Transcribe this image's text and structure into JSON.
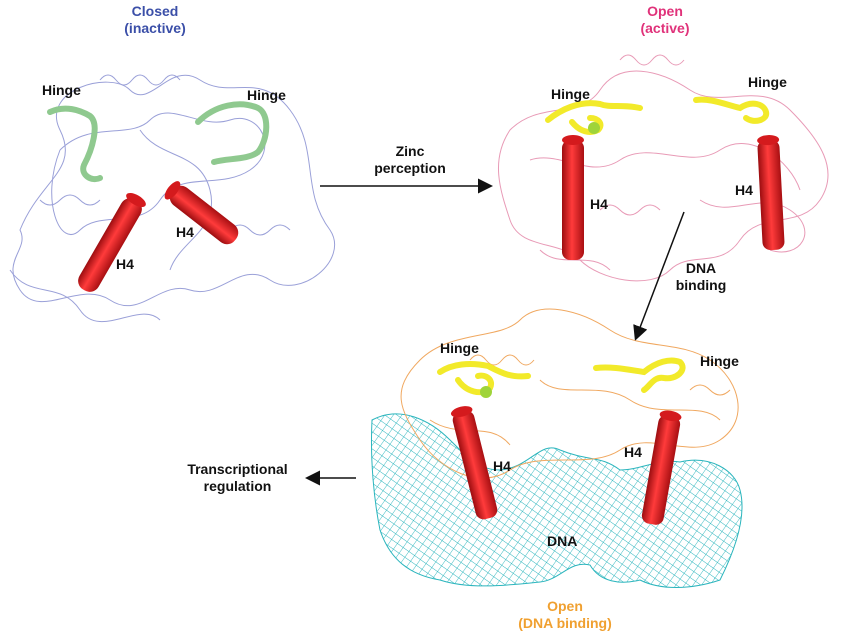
{
  "states": {
    "closed": {
      "title": "Closed",
      "subtitle": "(inactive)",
      "color": "#3b4fa8"
    },
    "open_active": {
      "title": "Open",
      "subtitle": "(active)",
      "color": "#e0327a"
    },
    "open_dna": {
      "title": "Open",
      "subtitle": "(DNA binding)",
      "color": "#f0a030"
    }
  },
  "labels": {
    "hinge": "Hinge",
    "helix": "H4",
    "dna": "DNA"
  },
  "transitions": {
    "zinc_line1": "Zinc",
    "zinc_line2": "perception",
    "dna_line1": "DNA",
    "dna_line2": "binding",
    "output_line1": "Transcriptional",
    "output_line2": "regulation"
  },
  "colors": {
    "helix": "#e3191c",
    "hinge_closed": "#8fc98f",
    "hinge_open": "#f2ea2a",
    "zinc_atom": "#9fd43a",
    "backbone_closed": "#9aa0d8",
    "backbone_active": "#e89ab6",
    "backbone_dna": "#f0a860",
    "dna_mesh": "#2bb5bd"
  }
}
